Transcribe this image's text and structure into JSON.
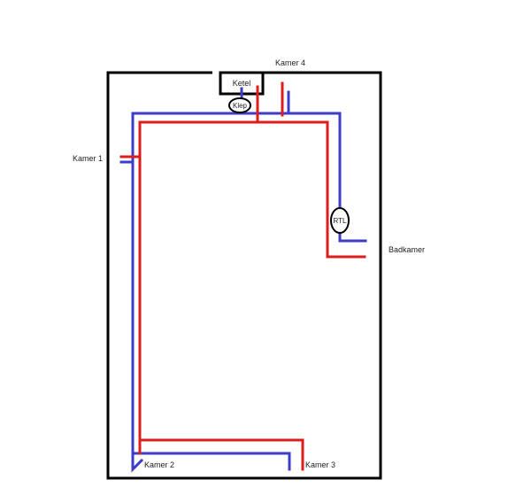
{
  "labels": {
    "ketel": "Ketel",
    "klep": "Klep",
    "rtl": "RTL",
    "kamer1": "Kamer 1",
    "kamer2": "Kamer 2",
    "kamer3": "Kamer 3",
    "kamer4": "Kamer 4",
    "badkamer": "Badkamer"
  },
  "colors": {
    "wall": "#000000",
    "supply_pipe": "#dc1e1e",
    "return_pipe": "#3c3cc8",
    "background": "#ffffff"
  }
}
